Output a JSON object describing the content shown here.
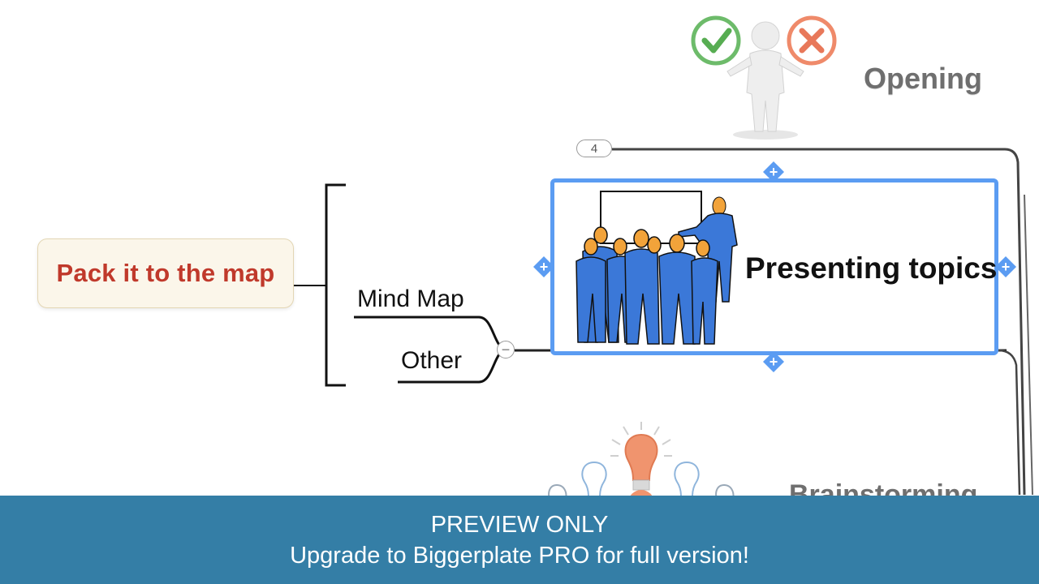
{
  "map": {
    "pack_node": {
      "label": "Pack it to the map"
    },
    "branches": [
      {
        "label": "Mind Map"
      },
      {
        "label": "Other"
      }
    ],
    "collapse_symbol": "−",
    "count_badge": "4",
    "topics": {
      "opening": {
        "label": "Opening",
        "icon": "person-check-cross-icon"
      },
      "presenting": {
        "label": "Presenting topics",
        "icon": "presenter-group-icon",
        "selected": true
      },
      "brainstorming": {
        "label": "Brainstorming",
        "icon": "lightbulbs-icon"
      }
    },
    "add_symbol": "+"
  },
  "colors": {
    "selection": "#5b9cf2",
    "pack_text": "#c0392b",
    "banner": "#347ea6"
  },
  "banner": {
    "line1": "PREVIEW ONLY",
    "line2": "Upgrade to Biggerplate PRO for full version!"
  }
}
